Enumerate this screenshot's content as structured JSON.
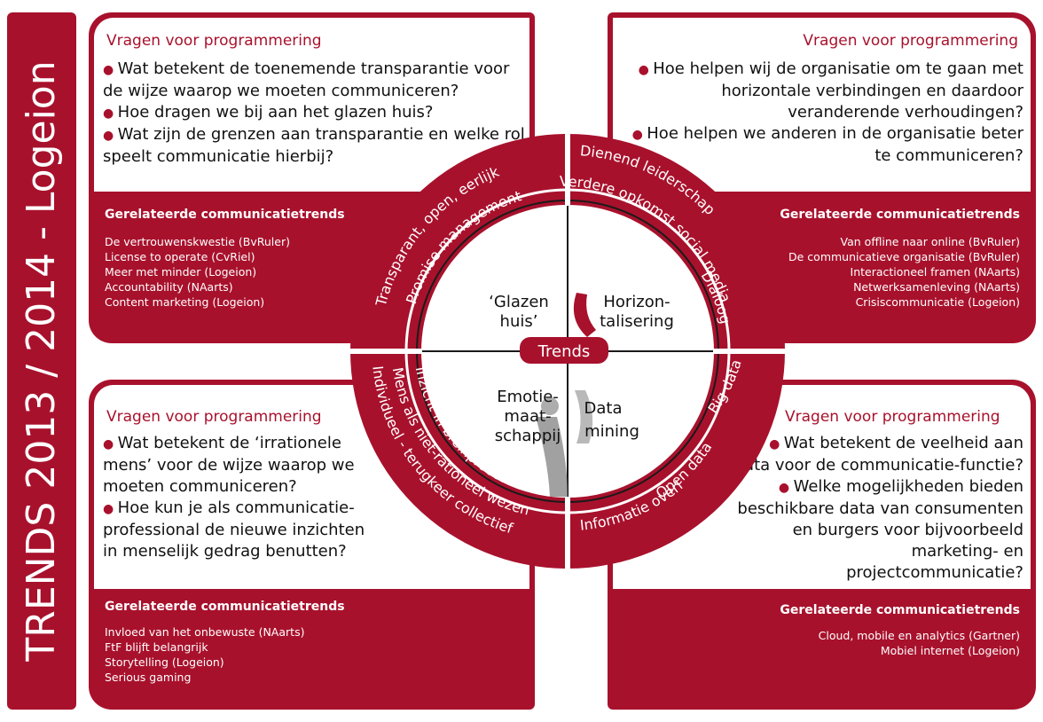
{
  "sidebar": {
    "title": "TRENDS 2013 / 2014 - Logeion"
  },
  "colors": {
    "accent": "#a8112c",
    "text": "#111111",
    "background": "#ffffff"
  },
  "panels": {
    "top_left": {
      "questions_title": "Vragen voor programmering",
      "questions": [
        "Wat betekent de toenemende transparantie voor de wijze waarop we moeten communiceren?",
        "Hoe dragen we bij aan het glazen huis?",
        "Wat zijn de grenzen aan transparantie en welke rol speelt communicatie hierbij?"
      ],
      "related_title": "Gerelateerde communicatietrends",
      "related": [
        "De vertrouwenskwestie (BvRuler)",
        "License to operate (CvRiel)",
        "Meer met minder (Logeion)",
        "Accountability (NAarts)",
        "Content marketing (Logeion)"
      ]
    },
    "top_right": {
      "questions_title": "Vragen voor programmering",
      "questions": [
        "Hoe helpen wij de organisatie om te gaan met horizontale verbindingen en daardoor veranderende verhoudingen?",
        "Hoe helpen we anderen in de organisatie beter te communiceren?"
      ],
      "related_title": "Gerelateerde communicatietrends",
      "related": [
        "Van offline naar online (BvRuler)",
        "De communicatieve organisatie (BvRuler)",
        "Interactioneel framen (NAarts)",
        "Netwerksamenleving (NAarts)",
        "Crisiscommunicatie (Logeion)"
      ]
    },
    "bottom_left": {
      "questions_title": "Vragen voor programmering",
      "questions": [
        "Wat betekent de ‘irrationele mens’ voor de wijze waarop we moeten communiceren?",
        "Hoe kun je als communicatie-professional de nieuwe inzichten in menselijk gedrag benutten?"
      ],
      "related_title": "Gerelateerde communicatietrends",
      "related": [
        "Invloed van het onbewuste (NAarts)",
        "FtF blijft belangrijk",
        "Storytelling (Logeion)",
        "Serious gaming"
      ]
    },
    "bottom_right": {
      "questions_title": "Vragen voor programmering",
      "questions": [
        "Wat betekent de veelheid aan data voor de communicatie-functie?",
        "Welke mogelijkheden bieden beschikbare data van consumenten en burgers voor bijvoorbeeld marketing- en projectcommunicatie?"
      ],
      "related_title": "Gerelateerde communicatietrends",
      "related": [
        "Cloud, mobile en analytics (Gartner)",
        "Mobiel internet (Logeion)"
      ]
    }
  },
  "wheel": {
    "center_label": "Trends",
    "quadrants": {
      "top_left": {
        "line1": "‘Glazen",
        "line2": "huis’"
      },
      "top_right": {
        "line1": "Horizon-",
        "line2": "talisering"
      },
      "bottom_left": {
        "line1": "Emotie-",
        "line2": "maat-",
        "line3": "schappij"
      },
      "bottom_right": {
        "line1": "Data",
        "line2": "mining"
      }
    },
    "ring_labels": {
      "transparant": "Transparant, open, eerlijk",
      "promise": "Promise management",
      "dienend": "Dienend leiderschap",
      "verdere": "Verdere opkomst social media",
      "dialoog": "Dialoog",
      "inzicht": "Inzicht in breinprocessen",
      "mens": "Mens als niet-rationeel wezen",
      "individueel": "Individueel - terugkeer collectief",
      "bigdata": "Big data",
      "opendata": "Open data",
      "informatie": "Informatie overload"
    }
  }
}
